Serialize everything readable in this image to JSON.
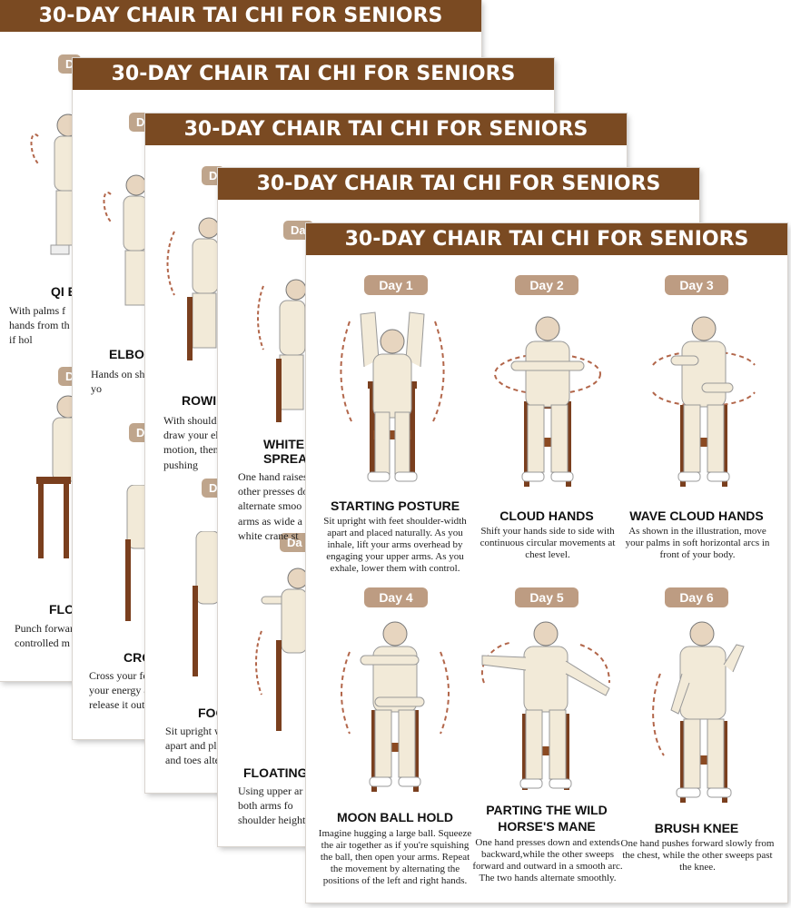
{
  "sheet_title": "30-DAY CHAIR TAI CHI FOR SENIORS",
  "back_sheets": {
    "s1": {
      "title_1": "QI E",
      "text_1": "With palms f\nhands from th\nif hol",
      "title_2": "FLO",
      "text_2": "Punch forwar\ncontrolled m",
      "pill": "D"
    },
    "s2": {
      "title_1": "ELBOW",
      "text_1": "Hands on sh\nyo",
      "title_2": "CRO",
      "text_2": "Cross your for\nyour energy at\nrelease it outw",
      "pill": "D"
    },
    "s3": {
      "title_1": "ROWIN",
      "text_1": "With shoulde\ndraw your elb\nmotion, then\npushing",
      "title_2": "FOO",
      "text_2": "Sit upright wi\napart and plac\nand toes alte",
      "pill": "D"
    },
    "s4": {
      "title_1": "WHITE\nSPREAD",
      "text_1": "One hand raises a\nother presses do\nalternate smoo\narms as wide a\nwhite crane st",
      "title_2": "FLOATING",
      "text_2": "Using upper ar\nboth arms fo\nshoulder height,",
      "pill": "Da"
    }
  },
  "days": [
    {
      "day": "Day 1",
      "title": "STARTING POSTURE",
      "desc": "Sit upright with feet shoulder-width apart and placed naturally. As you inhale, lift your arms overhead by engaging your upper arms. As you exhale, lower them with control."
    },
    {
      "day": "Day 2",
      "title": "CLOUD HANDS",
      "desc": "Shift your hands side to side with continuous circular movements at chest level."
    },
    {
      "day": "Day 3",
      "title": "WAVE CLOUD HANDS",
      "desc": "As shown in the illustration, move your palms in soft horizontal arcs in front of your body."
    },
    {
      "day": "Day 4",
      "title": "MOON BALL HOLD",
      "desc": "Imagine hugging a large ball. Squeeze the air together as if you're squishing the ball, then open your arms. Repeat the movement by alternating the positions of the left and right hands."
    },
    {
      "day": "Day 5",
      "title": "PARTING THE WILD HORSE'S MANE",
      "desc": "One hand presses down and extends backward,while the other sweeps forward and outward in a smooth arc. The two hands alternate smoothly."
    },
    {
      "day": "Day 6",
      "title": "BRUSH KNEE",
      "desc": "One hand pushes forward slowly from the chest, while the other sweeps past the knee."
    }
  ],
  "colors": {
    "banner": "#7a4a22",
    "pill": "#bd9c82",
    "suit": "#f2ead8",
    "chair": "#7a3f1e",
    "arrow": "#b2664a"
  },
  "icons": [
    "seated-figure-icon",
    "motion-arrow-icon"
  ]
}
